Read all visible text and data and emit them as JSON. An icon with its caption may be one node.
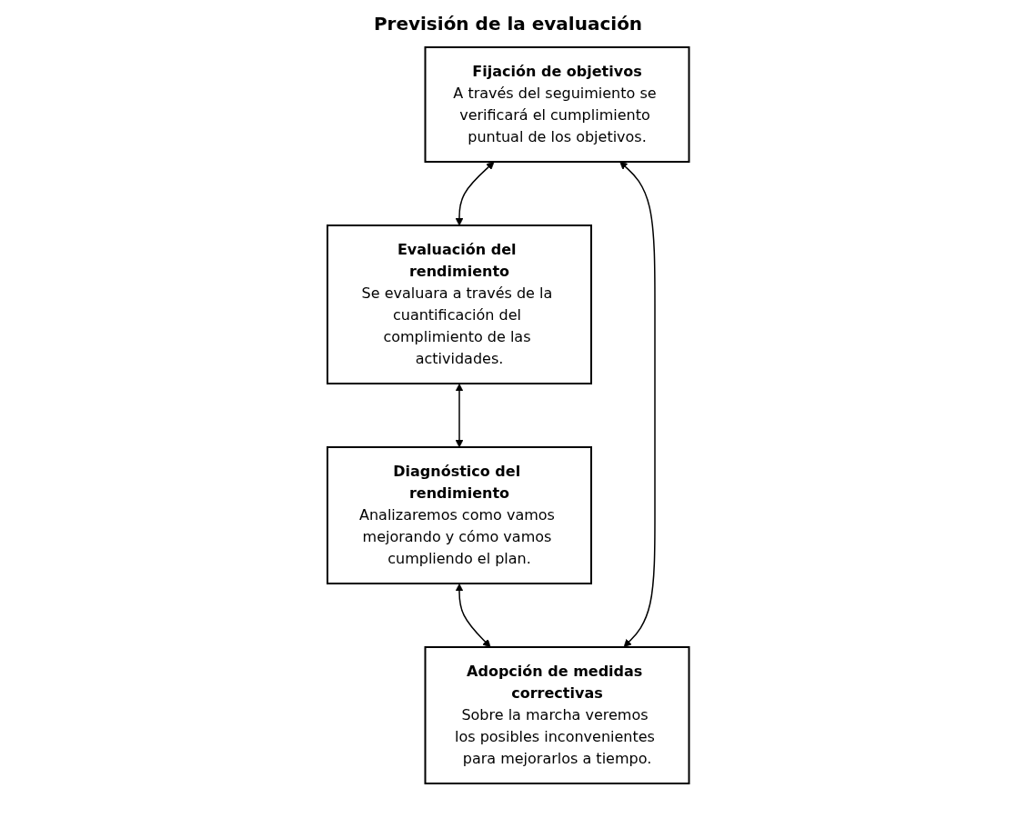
{
  "diagram": {
    "title": "Previsión de la evaluación",
    "nodes": [
      {
        "text": [
          "Fijación de objetivos",
          "A través del seguimiento se verificará el cumplimiento puntual de los objetivos."
        ]
      },
      {
        "text": [
          "Evaluación del rendimiento",
          "Se evaluara a través de la cuantificación del complimiento de las actividades."
        ]
      },
      {
        "text": [
          "Diagnóstico del rendimiento",
          "Analizaremos como vamos mejorando y cómo vamos cumpliendo el plan."
        ]
      },
      {
        "text": [
          "Adopción de medidas correctivas",
          "Sobre la marcha veremos los posibles inconvenientes para mejorarlos a tiempo."
        ]
      }
    ],
    "edges": [
      {
        "from": 0,
        "to": 1,
        "arrow": "both"
      },
      {
        "from": 1,
        "to": 2,
        "arrow": "both"
      },
      {
        "from": 2,
        "to": 3,
        "arrow": "both"
      },
      {
        "from": 3,
        "to": 0,
        "arrow": "both"
      }
    ]
  }
}
